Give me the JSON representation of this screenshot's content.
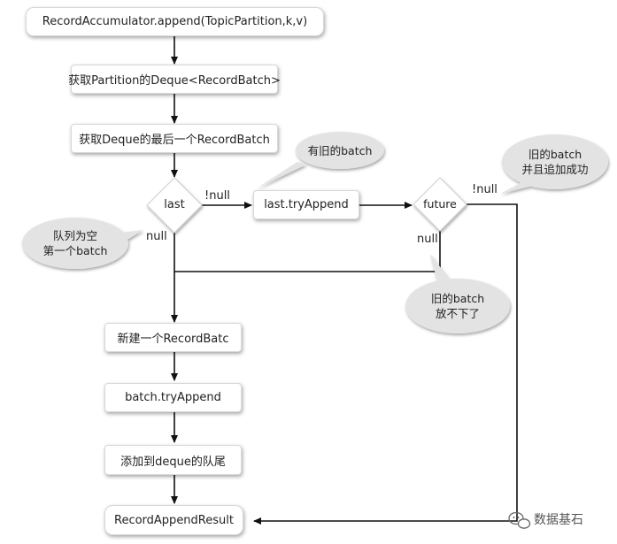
{
  "nodes": {
    "append": "RecordAccumulator.append(TopicPartition,k,v)",
    "get_deque": "获取Partition的Deque<RecordBatch>",
    "get_last": "获取Deque的最后一个RecordBatch",
    "last_decision": "last",
    "try_append_last": "last.tryAppend",
    "future_decision": "future",
    "new_batch": "新建一个RecordBatc",
    "batch_try_append": "batch.tryAppend",
    "add_to_deque": "添加到deque的队尾",
    "result": "RecordAppendResult"
  },
  "edge_labels": {
    "last_not_null": "!null",
    "last_null": "null",
    "future_not_null": "!null",
    "future_null": "null"
  },
  "callouts": {
    "old_batch": [
      "有旧的batch"
    ],
    "old_batch_success": [
      "旧的batch",
      "并且追加成功"
    ],
    "queue_empty": [
      "队列为空",
      "第一个batch"
    ],
    "old_batch_full": [
      "旧的batch",
      "放不下了"
    ]
  },
  "watermark": "数据基石"
}
